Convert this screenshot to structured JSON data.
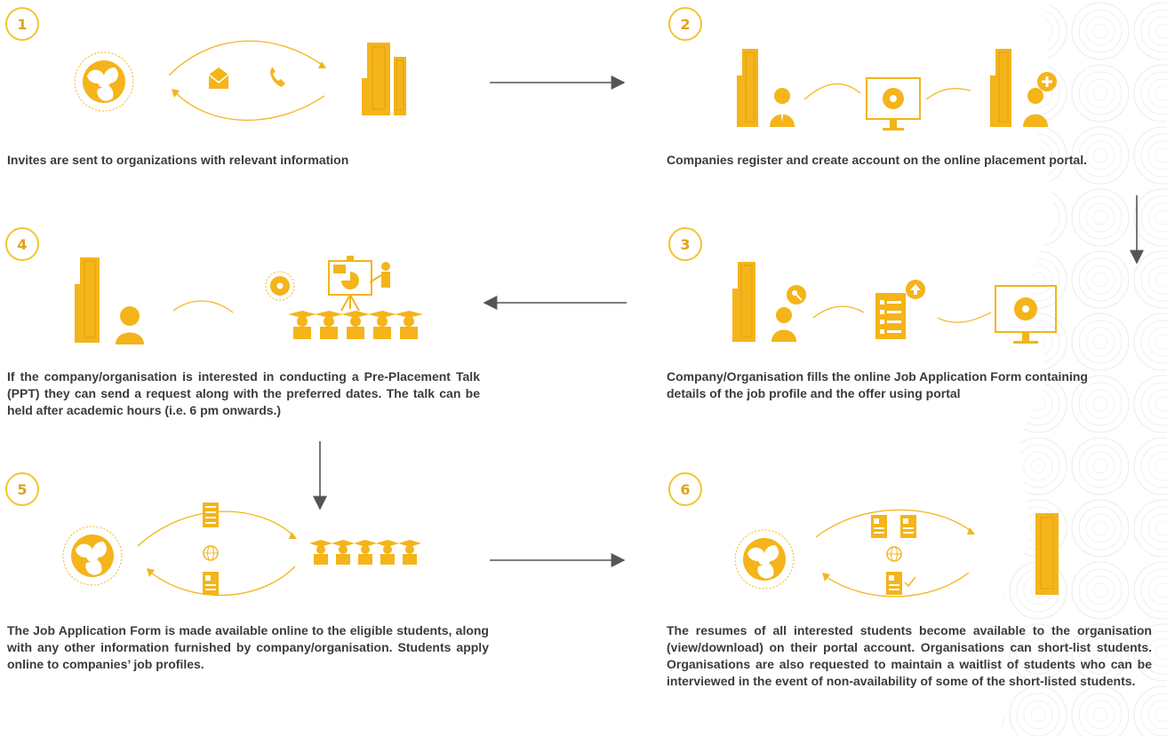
{
  "steps": [
    {
      "number": "1",
      "text": "Invites are sent to organizations with relevant information"
    },
    {
      "number": "2",
      "text": "Companies register and create account on the online placement portal."
    },
    {
      "number": "3",
      "text": "Company/Organisation fills the online Job Application Form containing details of the job profile and the offer using portal"
    },
    {
      "number": "4",
      "text": "If the company/organisation is interested in conducting a Pre-Placement Talk (PPT) they can send a request along with the preferred dates. The talk can be held after academic hours  (i.e. 6 pm onwards.)"
    },
    {
      "number": "5",
      "text": "The Job Application Form is made available online to the eligible students, along with any other information furnished by company/organisation. Students apply online to companies’ job profiles."
    },
    {
      "number": "6",
      "text": "The resumes of all interested students become available to the organisation (view/download) on their portal account. Organisations can short-list students. Organisations are also requested to maintain a waitlist of students who can be interviewed in the event of non-availability of some of the short-listed students."
    }
  ],
  "colors": {
    "accent": "#f4b41a",
    "badge_border": "#f4c430",
    "arrow": "#555555",
    "text": "#3b3b3b"
  },
  "icons": [
    "institute-logo-icon",
    "building-icon",
    "envelope-icon",
    "phone-icon",
    "person-icon",
    "monitor-icon",
    "plus-icon",
    "key-icon",
    "form-icon",
    "upload-icon",
    "presentation-icon",
    "students-icon",
    "globe-icon",
    "resume-icon"
  ]
}
